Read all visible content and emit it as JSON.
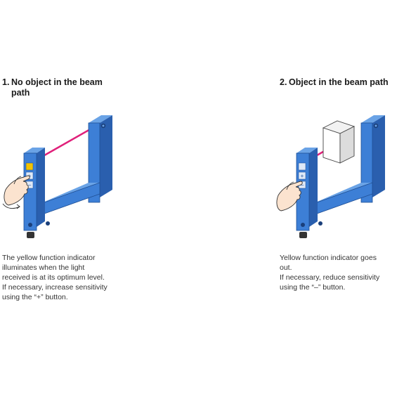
{
  "steps": [
    {
      "number": "1.",
      "title_line1": "No object in the beam",
      "title_line2": "path",
      "description": [
        "The yellow function indicator",
        "illuminates when the light",
        "received is at its optimum level.",
        "If necessary, increase sensitivity",
        "using the “+” button."
      ]
    },
    {
      "number": "2.",
      "title_line1": "Object in the beam path",
      "title_line2": "",
      "description": [
        "Yellow function indicator goes",
        "out.",
        "If necessary, reduce sensitivity",
        "using the “–” button."
      ]
    }
  ],
  "colors": {
    "sensor_blue": "#3d7fd6",
    "sensor_blue_dark": "#2a5fae",
    "sensor_blue_light": "#6aa3e6",
    "beam": "#e0207a",
    "indicator_yellow": "#f2c200"
  },
  "icons": [
    "hand-icon",
    "sensor-icon",
    "object-box-icon"
  ]
}
